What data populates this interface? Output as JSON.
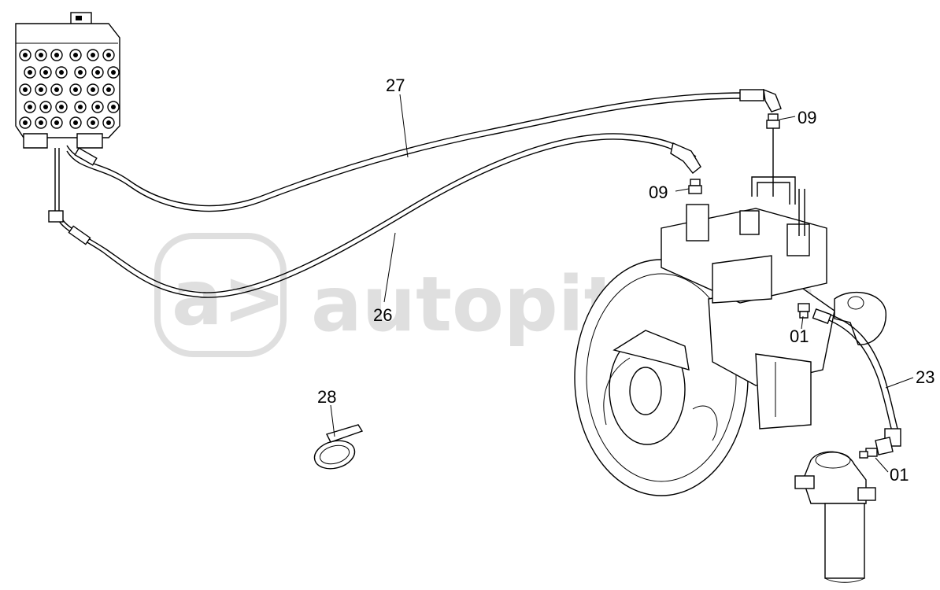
{
  "watermark": {
    "mark": "a>",
    "text": "autopiter.ru",
    "color": "#d9d9d9"
  },
  "callouts": [
    {
      "id": "27",
      "label": "27"
    },
    {
      "id": "26",
      "label": "26"
    },
    {
      "id": "09a",
      "label": "09"
    },
    {
      "id": "09b",
      "label": "09"
    },
    {
      "id": "01a",
      "label": "01"
    },
    {
      "id": "01b",
      "label": "01"
    },
    {
      "id": "23",
      "label": "23"
    },
    {
      "id": "28",
      "label": "28"
    }
  ]
}
